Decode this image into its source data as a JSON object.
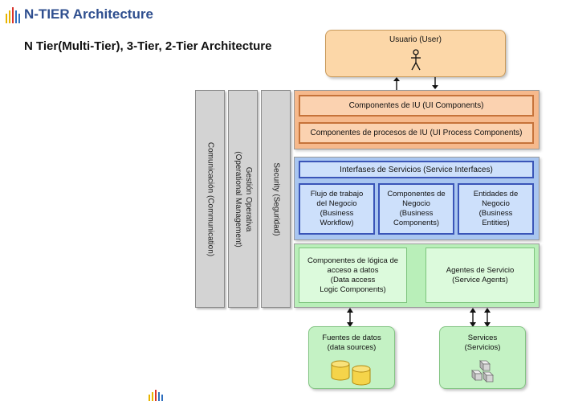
{
  "header": {
    "title": "N-TIER Architecture",
    "subtitle": "N Tier(Multi-Tier), 3-Tier, 2-Tier Architecture",
    "logo_colors": [
      "#e8b400",
      "#e8b400",
      "#d9342b",
      "#2e6fbf",
      "#2e6fbf"
    ]
  },
  "side_bars": {
    "communication": "Comunicación (Communication)",
    "operations_line1": "Gestión Operativa",
    "operations_line2": "(Operational Management)",
    "security": "Security (Seguridad)"
  },
  "user": {
    "label": "Usuario (User)",
    "icon": "person-icon"
  },
  "presentation": {
    "ui_components": "Componentes de IU (UI Components)",
    "ui_process": "Componentes de procesos de IU (UI Process Components)"
  },
  "business": {
    "service_interfaces": "Interfases de Servicios (Service Interfaces)",
    "workflow": "Flujo de trabajo\ndel Negocio\n(Business\nWorkflow)",
    "components": "Componentes de\nNegocio\n(Business\nComponents)",
    "entities": "Entidades de\nNegocio\n(Business\nEntities)"
  },
  "data_layer": {
    "data_access": "Componentes de lógica de\nacceso a datos\n(Data access\nLogic Components)",
    "service_agents": "Agentes de Servicio\n(Service Agents)"
  },
  "sources": {
    "data_sources": "Fuentes de datos\n(data sources)",
    "services": "Services\n(Servicios)",
    "database_icon": "database-icon",
    "cubes_icon": "cubes-icon"
  },
  "colors": {
    "title": "#2f4f8f",
    "presentation": "#f6b98c",
    "business": "#a9c6f0",
    "data": "#b9efb9"
  }
}
